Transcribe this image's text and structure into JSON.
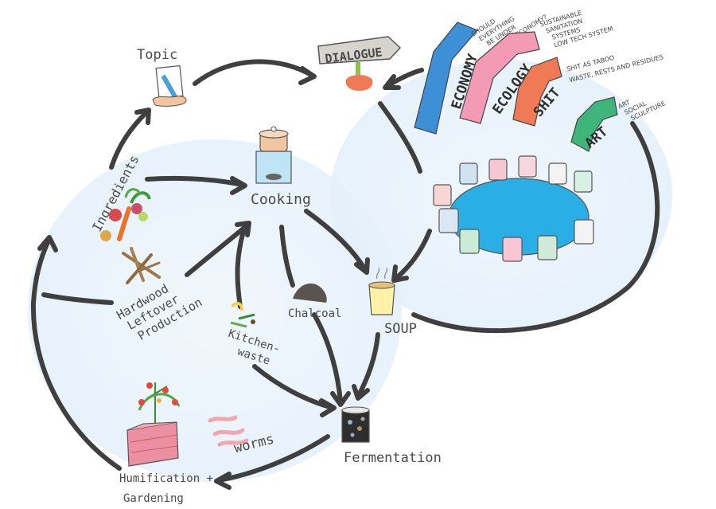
{
  "nodes": {
    "topic": "Topic",
    "topic_card": "",
    "dialogue": "DIALOGUE",
    "cooking": "Cooking",
    "ingredients": "Ingredients",
    "hardwood": "Hardwood",
    "leftover": "Leftover",
    "production": "Production",
    "kitchen_waste_1": "Kitchen-",
    "kitchen_waste_2": "waste",
    "chalcoal": "Chalcoal",
    "soup": "SOUP",
    "fermentation": "Fermentation",
    "worms": "worms",
    "humification_1": "Humification +",
    "humification_2": "Gardening"
  },
  "banners": [
    {
      "label": "ECONOMY",
      "color": "#3d8fd6",
      "notes": [
        "SHOULD",
        "EVERYTHING",
        "BE UNDER",
        "MONEY ECONOMY?"
      ]
    },
    {
      "label": "ECOLOGY",
      "color": "#f29ab6",
      "notes": [
        "SUSTAINABLE",
        "SANITATION",
        "SYSTEMS",
        "LOW TECH SYSTEM"
      ]
    },
    {
      "label": "SHIT",
      "color": "#f07a55",
      "notes": [
        "SHIT AS TABOO",
        "WASTE, RESTS AND RESIDUES"
      ]
    },
    {
      "label": "ART",
      "color": "#3fb47b",
      "notes": [
        "ART",
        "SOCIAL",
        "SCULPTURE"
      ]
    }
  ],
  "colors": {
    "bubble": "#eaf4fb",
    "pool": "#29aee6",
    "box": "#ec8fa0",
    "arrow": "#3f3f3f"
  }
}
